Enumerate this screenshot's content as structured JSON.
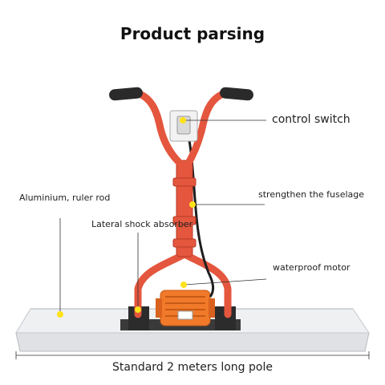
{
  "title": "Product parsing",
  "labels": {
    "control_switch": "control switch",
    "fuselage": "strengthen the fuselage",
    "ruler_rod": "Aluminium, ruler rod",
    "shock_absorber": "Lateral shock absorber",
    "motor": "waterproof motor",
    "pole": "Standard 2 meters long pole"
  },
  "colors": {
    "frame": "#e4563d",
    "frame_dark": "#b93a26",
    "motor": "#f07a2a",
    "rail": "#cfd2d6",
    "marker": "#ffe21a",
    "grip": "#2a2a2a"
  }
}
